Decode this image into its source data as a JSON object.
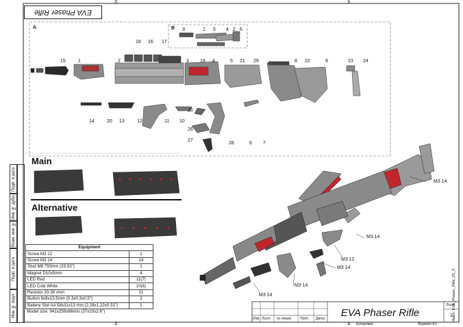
{
  "sheet": {
    "title_corner": "EVA Phaser Rifle",
    "top_numbers": [
      "2",
      "1"
    ],
    "bottom_numbers": [
      "2",
      "1"
    ]
  },
  "diagram": {
    "panel_a": "A",
    "panel_b": "B",
    "panel_b_callouts": [
      "3",
      "1",
      "5",
      "4",
      "2",
      "6"
    ],
    "callouts": [
      "15",
      "1",
      "18",
      "16",
      "17",
      "2",
      "3",
      "19",
      "4",
      "5",
      "21",
      "29",
      "8",
      "22",
      "9",
      "23",
      "24",
      "14",
      "20",
      "13",
      "12",
      "11",
      "10",
      "25",
      "26",
      "27",
      "28",
      "6",
      "7"
    ]
  },
  "sections": {
    "main": "Main",
    "alternative": "Alternative"
  },
  "equipment": {
    "heading": "Equipment",
    "rows": [
      {
        "name": "Screw M3 12",
        "qty": "1"
      },
      {
        "name": "Screw M3 14",
        "qty": "14"
      },
      {
        "name": "Stud M8 750mm (29.53\")",
        "qty": "1"
      },
      {
        "name": "Magnet D10x5mm",
        "qty": "4"
      },
      {
        "name": "LED Red",
        "qty": "11(7)"
      },
      {
        "name": "LED Cold White",
        "qty": "10(6)"
      },
      {
        "name": "Resistor 20-30 ohm",
        "qty": "11"
      },
      {
        "name": "Button 8x8x13.5mm (0.3x0.3x0.5\")",
        "qty": "2"
      },
      {
        "name": "Battery Slot AA 58x31x13 mm (2.28x1.22x0.51\")",
        "qty": "1"
      }
    ],
    "model_size": "Model size: 941x258x66mm (37x10x2.6\")"
  },
  "assembly_labels": [
    {
      "text": "M3 14"
    },
    {
      "text": "M3 14"
    },
    {
      "text": "M3 12"
    },
    {
      "text": "M3 14"
    },
    {
      "text": "M3 14"
    },
    {
      "text": "M3 14"
    }
  ],
  "title_block": {
    "title": "EVA Phaser Rifle",
    "sheet_label": "Лист",
    "sheet_num": "1",
    "cols": [
      "Изм.",
      "Лист",
      "№ докум.",
      "Подп.",
      "Дата"
    ],
    "copied": "Копировал",
    "format": "Формат А3",
    "file": "Файл: EVA_Phaser_Rifle_01_3"
  },
  "stamps": [
    "Инв. № подл.",
    "Подп. и дата",
    "Взам. инв. №",
    "Инв. № дубл.",
    "Подп. и дата"
  ],
  "colors": {
    "part": "#8a8a8a",
    "dark": "#3a3a3a",
    "accent": "#c0262c"
  }
}
